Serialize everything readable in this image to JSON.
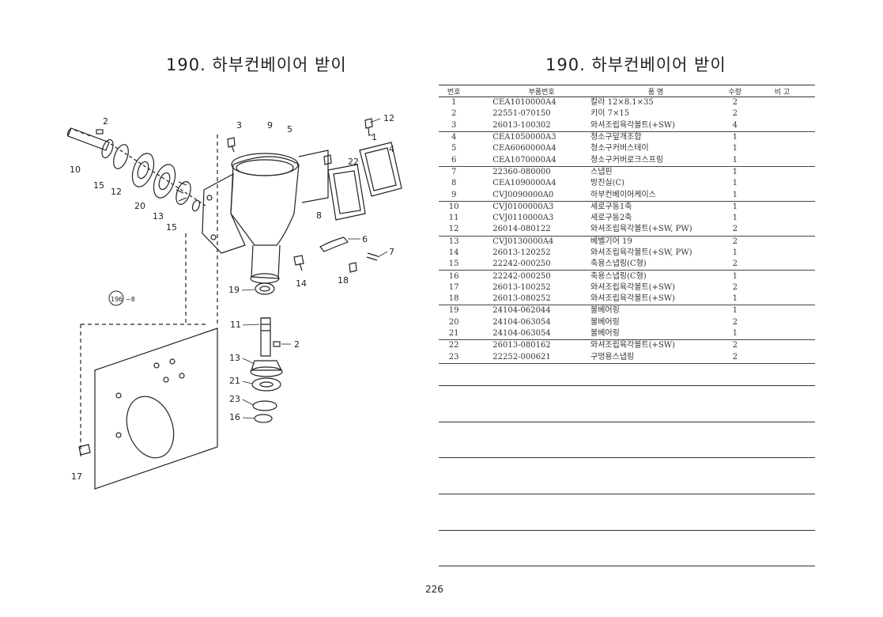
{
  "titles": {
    "left": "190. 하부컨베이어 받이",
    "right": "190. 하부컨베이어 받이"
  },
  "diagram": {
    "callouts": [
      "1",
      "2",
      "3",
      "4",
      "5",
      "6",
      "7",
      "8",
      "9",
      "10",
      "11",
      "12",
      "13",
      "14",
      "15",
      "16",
      "17",
      "18",
      "19",
      "20",
      "21",
      "22",
      "23"
    ],
    "reference": "196",
    "reference_suffix": "~8"
  },
  "table": {
    "headers": {
      "no": "번호",
      "part_no": "부품번호",
      "name": "품    명",
      "qty": "수량",
      "remark": "비    고"
    },
    "rows": [
      {
        "no": "1",
        "part_no": "CEA1010000A4",
        "name": "칼라 12×8.1×35",
        "qty": "2"
      },
      {
        "no": "2",
        "part_no": "22551-070150",
        "name": "키이 7×15",
        "qty": "2"
      },
      {
        "no": "3",
        "part_no": "26013-100302",
        "name": "와셔조립육각볼트(+SW)",
        "qty": "4"
      },
      {
        "no": "4",
        "part_no": "CEA1050000A3",
        "name": "청소구덮개조합",
        "qty": "1"
      },
      {
        "no": "5",
        "part_no": "CEA6060000A4",
        "name": "청소구커버스테이",
        "qty": "1"
      },
      {
        "no": "6",
        "part_no": "CEA1070000A4",
        "name": "청소구커버로크스프링",
        "qty": "1"
      },
      {
        "no": "7",
        "part_no": "22360-080000",
        "name": "스냅핀",
        "qty": "1"
      },
      {
        "no": "8",
        "part_no": "CEA1090000A4",
        "name": "방진실(C)",
        "qty": "1"
      },
      {
        "no": "9",
        "part_no": "CVJ0090000A0",
        "name": "하부컨베이어케이스",
        "qty": "1"
      },
      {
        "no": "10",
        "part_no": "CVJ0100000A3",
        "name": "세로구동1축",
        "qty": "1"
      },
      {
        "no": "11",
        "part_no": "CVJ0110000A3",
        "name": "세로구동2축",
        "qty": "1"
      },
      {
        "no": "12",
        "part_no": "26014-080122",
        "name": "와셔조립육각볼트(+SW, PW)",
        "qty": "2"
      },
      {
        "no": "13",
        "part_no": "CVJ0130000A4",
        "name": "베벨기어 19",
        "qty": "2"
      },
      {
        "no": "14",
        "part_no": "26013-120252",
        "name": "와셔조립육각볼트(+SW, PW)",
        "qty": "1"
      },
      {
        "no": "15",
        "part_no": "22242-000250",
        "name": "축용스냅링(C형)",
        "qty": "2"
      },
      {
        "no": "16",
        "part_no": "22242-000250",
        "name": "축용스냅링(C형)",
        "qty": "1"
      },
      {
        "no": "17",
        "part_no": "26013-100252",
        "name": "와셔조립육각볼트(+SW)",
        "qty": "2"
      },
      {
        "no": "18",
        "part_no": "26013-080252",
        "name": "와셔조립육각볼트(+SW)",
        "qty": "1"
      },
      {
        "no": "19",
        "part_no": "24104-062044",
        "name": "볼베어링",
        "qty": "1"
      },
      {
        "no": "20",
        "part_no": "24104-063054",
        "name": "볼베어링",
        "qty": "2"
      },
      {
        "no": "21",
        "part_no": "24104-063054",
        "name": "볼베어링",
        "qty": "1"
      },
      {
        "no": "22",
        "part_no": "26013-080162",
        "name": "와셔조립육각볼트(+SW)",
        "qty": "2"
      },
      {
        "no": "23",
        "part_no": "22252-000621",
        "name": "구멍용스냅링",
        "qty": "2"
      }
    ]
  },
  "page_number": "226"
}
